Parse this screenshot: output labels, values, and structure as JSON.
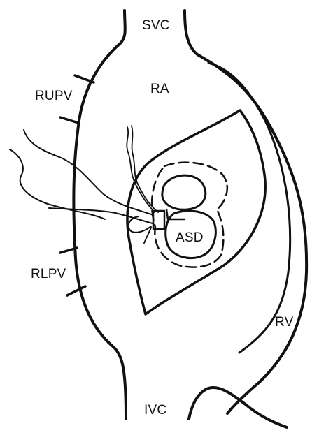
{
  "labels": {
    "svc": "SVC",
    "ra": "RA",
    "rupv": "RUPV",
    "rlpv": "RLPV",
    "asd": "ASD",
    "rv": "RV",
    "ivc": "IVC"
  },
  "colors": {
    "stroke": "#111111",
    "background": "#ffffff"
  }
}
